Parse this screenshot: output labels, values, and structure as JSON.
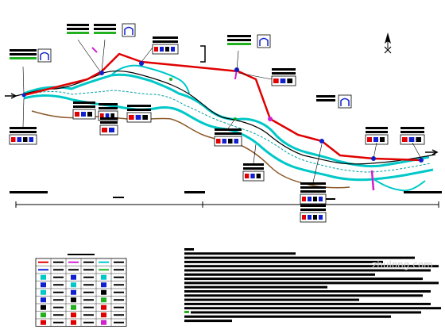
{
  "drawing": {
    "colors": {
      "background": "#ffffff",
      "route": "#e00000",
      "river": "#00c8c8",
      "road": "#000000",
      "bank": "#8b5a2b",
      "label_block": "#000000",
      "node_red": "#e00000",
      "node_blue": "#1020d0",
      "node_green": "#20b020",
      "node_magenta": "#d020d0",
      "text_bar": "#000000",
      "green_bar": "#20b020",
      "legend_line": "#000000"
    },
    "watermark": {
      "text": "zhulong.com"
    },
    "legend": {
      "rows": 9,
      "cols": 6
    },
    "notes": {
      "line_count": 18
    }
  }
}
